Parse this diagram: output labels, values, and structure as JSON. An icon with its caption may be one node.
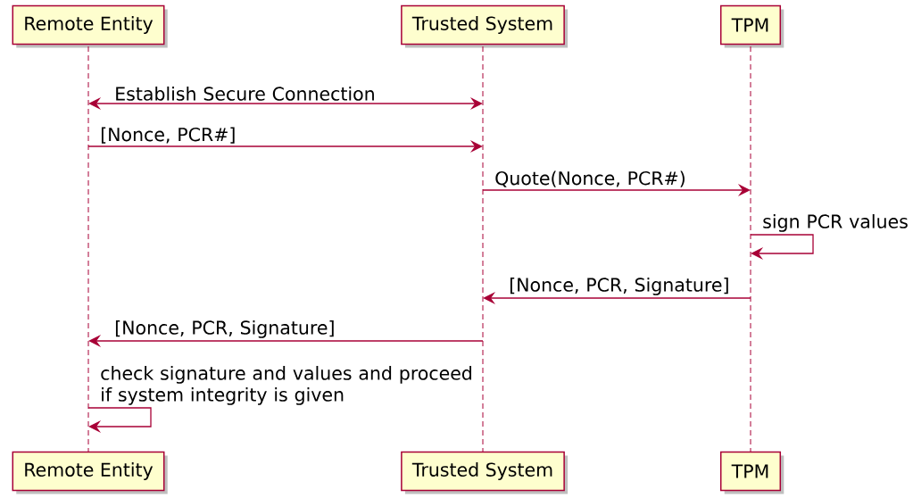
{
  "diagram": {
    "nodes": [
      {
        "text": [
          "Remote Entity"
        ]
      },
      {
        "text": [
          "Trusted System"
        ]
      },
      {
        "text": [
          "TPM"
        ]
      },
      {
        "text": [],
        "shape": "line"
      },
      {
        "text": [],
        "shape": "line"
      },
      {
        "text": [],
        "shape": "line"
      },
      {
        "text": [
          "Remote Entity"
        ]
      },
      {
        "text": [
          "Trusted System"
        ]
      },
      {
        "text": [
          "TPM"
        ]
      }
    ],
    "edges": [
      {
        "from": 3,
        "to": 4,
        "arrow": "both",
        "label": "Establish Secure Connection"
      },
      {
        "from": 3,
        "to": 4,
        "arrow": "to",
        "label": "[Nonce, PCR#]"
      },
      {
        "from": 4,
        "to": 5,
        "arrow": "to",
        "label": "Quote(Nonce, PCR#)"
      },
      {
        "from": 5,
        "to": 5,
        "arrow": "to",
        "label": "sign PCR values"
      },
      {
        "from": 5,
        "to": 4,
        "arrow": "to",
        "label": "[Nonce, PCR, Signature]"
      },
      {
        "from": 4,
        "to": 3,
        "arrow": "to",
        "label": "[Nonce, PCR, Signature]"
      },
      {
        "from": 3,
        "to": 3,
        "arrow": "to",
        "label": "check signature and values and proceed if system integrity is given"
      }
    ]
  }
}
